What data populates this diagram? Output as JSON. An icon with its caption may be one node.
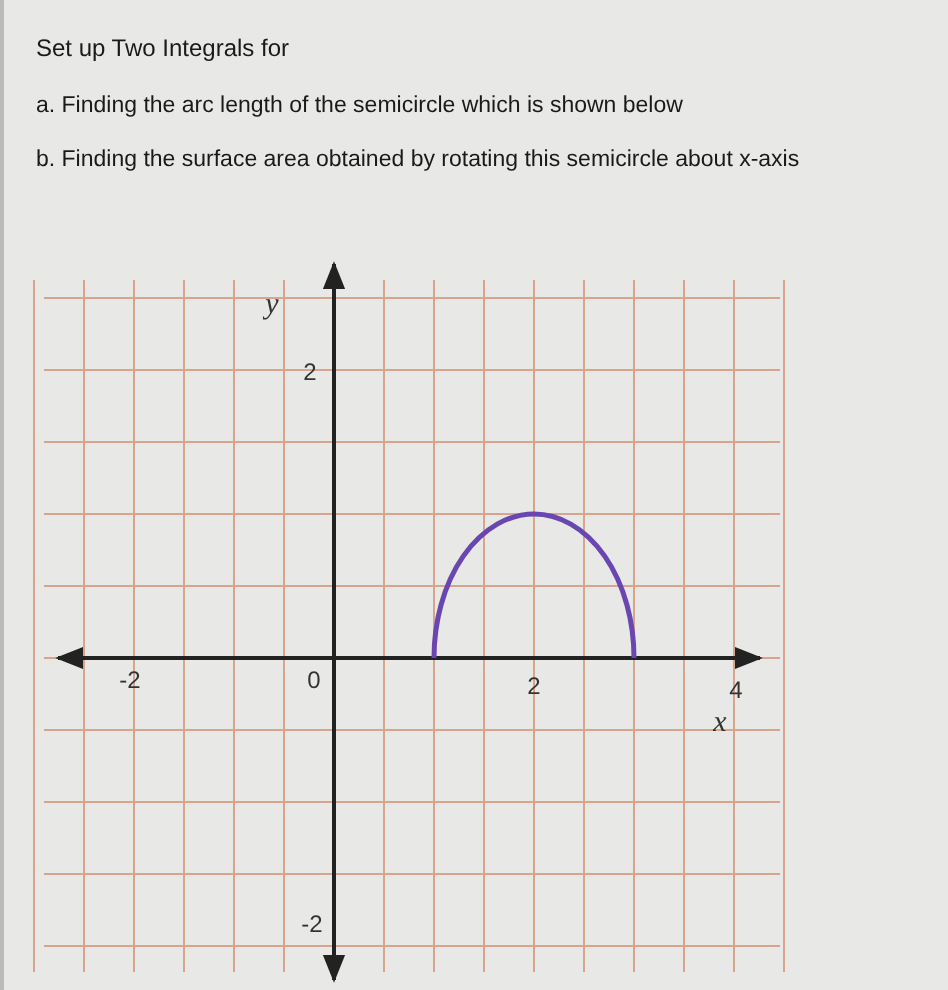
{
  "diagram": {
    "title": "Set up Two Integrals for",
    "labels": [
      "a. Finding the arc length of the semicircle which is shown below",
      "b. Finding the surface area obtained by rotating this semicircle about x-axis",
      "y",
      "2",
      "-2",
      "0",
      "2",
      "4",
      "x",
      "-2"
    ]
  }
}
